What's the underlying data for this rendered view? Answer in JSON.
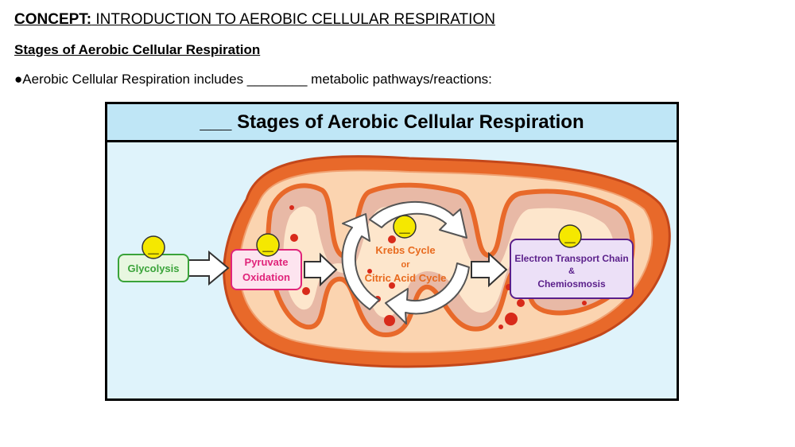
{
  "header": {
    "concept_prefix": "CONCEPT:",
    "concept_title": " INTRODUCTION TO AEROBIC CELLULAR RESPIRATION",
    "subheading": "Stages of Aerobic Cellular Respiration",
    "bullet_marker": "●",
    "bullet_text": "Aerobic Cellular Respiration includes ________ metabolic pathways/reactions:"
  },
  "diagram": {
    "title": "___ Stages of Aerobic Cellular Respiration",
    "blank_marker": "__",
    "stages": {
      "glycolysis": "Glycolysis",
      "pyruvate_line1": "Pyruvate",
      "pyruvate_line2": "Oxidation",
      "krebs_line1": "Krebs Cycle",
      "krebs_line2": "or",
      "krebs_line3": "Citric Acid Cycle",
      "etc_line1": "Electron Transport Chain",
      "etc_line2": "&",
      "etc_line3": "Chemiosmosis"
    },
    "colors": {
      "glycolysis": "#3aa33a",
      "pyruvate": "#e0247a",
      "krebs": "#e86a1e",
      "etc": "#5a1f8a",
      "outer_membrane": "#e8692a",
      "blank_circle": "#f5e800"
    }
  }
}
